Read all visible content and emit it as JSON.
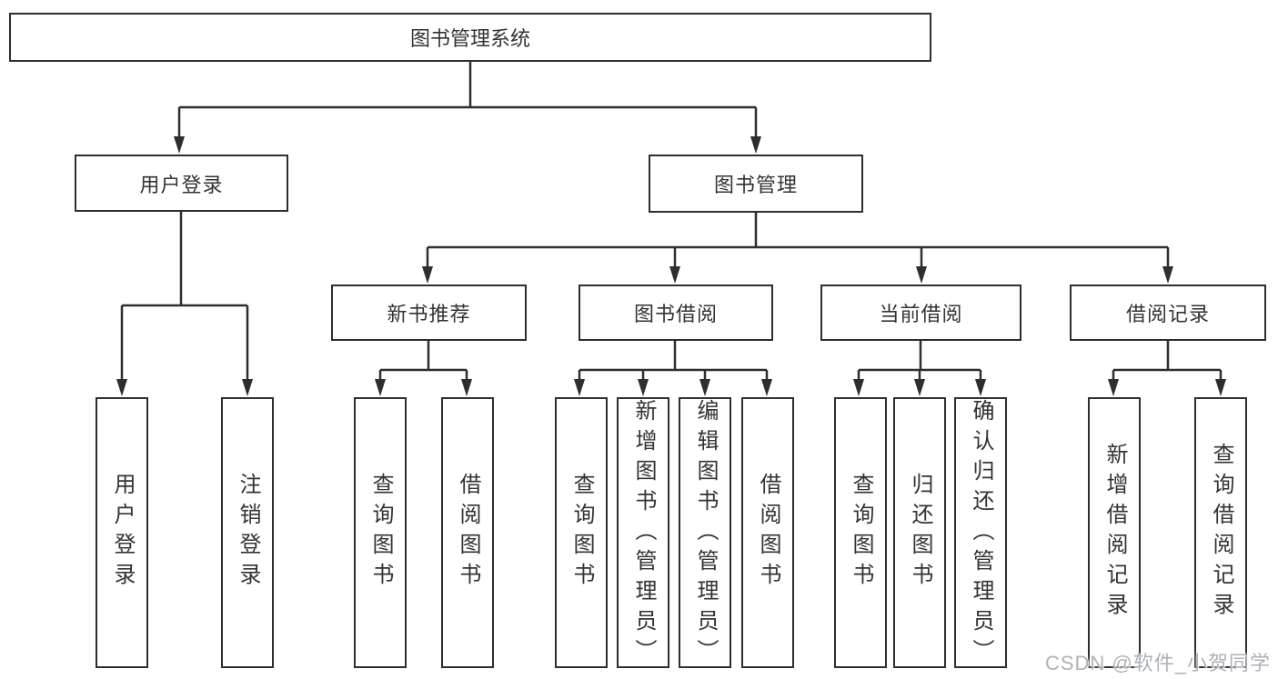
{
  "diagram": {
    "root": {
      "label": "图书管理系统",
      "children": [
        {
          "label": "用户登录",
          "children": [
            {
              "label": "用户登录"
            },
            {
              "label": "注销登录"
            }
          ]
        },
        {
          "label": "图书管理",
          "children": [
            {
              "label": "新书推荐",
              "children": [
                {
                  "label": "查询图书"
                },
                {
                  "label": "借阅图书"
                }
              ]
            },
            {
              "label": "图书借阅",
              "children": [
                {
                  "label": "查询图书"
                },
                {
                  "label": "新增图书（管理员）"
                },
                {
                  "label": "编辑图书（管理员）"
                },
                {
                  "label": "借阅图书"
                }
              ]
            },
            {
              "label": "当前借阅",
              "children": [
                {
                  "label": "查询图书"
                },
                {
                  "label": "归还图书"
                },
                {
                  "label": "确认归还（管理员）"
                }
              ]
            },
            {
              "label": "借阅记录",
              "children": [
                {
                  "label": "新增借阅记录"
                },
                {
                  "label": "查询借阅记录"
                }
              ]
            }
          ]
        }
      ]
    }
  },
  "watermark": {
    "text": "CSDN @软件_小贺同学"
  },
  "colors": {
    "line": "#2e2e2e",
    "box_border": "#2e2e2e",
    "text": "#333333",
    "background": "#ffffff",
    "watermark_text": "#aeb2b7"
  }
}
